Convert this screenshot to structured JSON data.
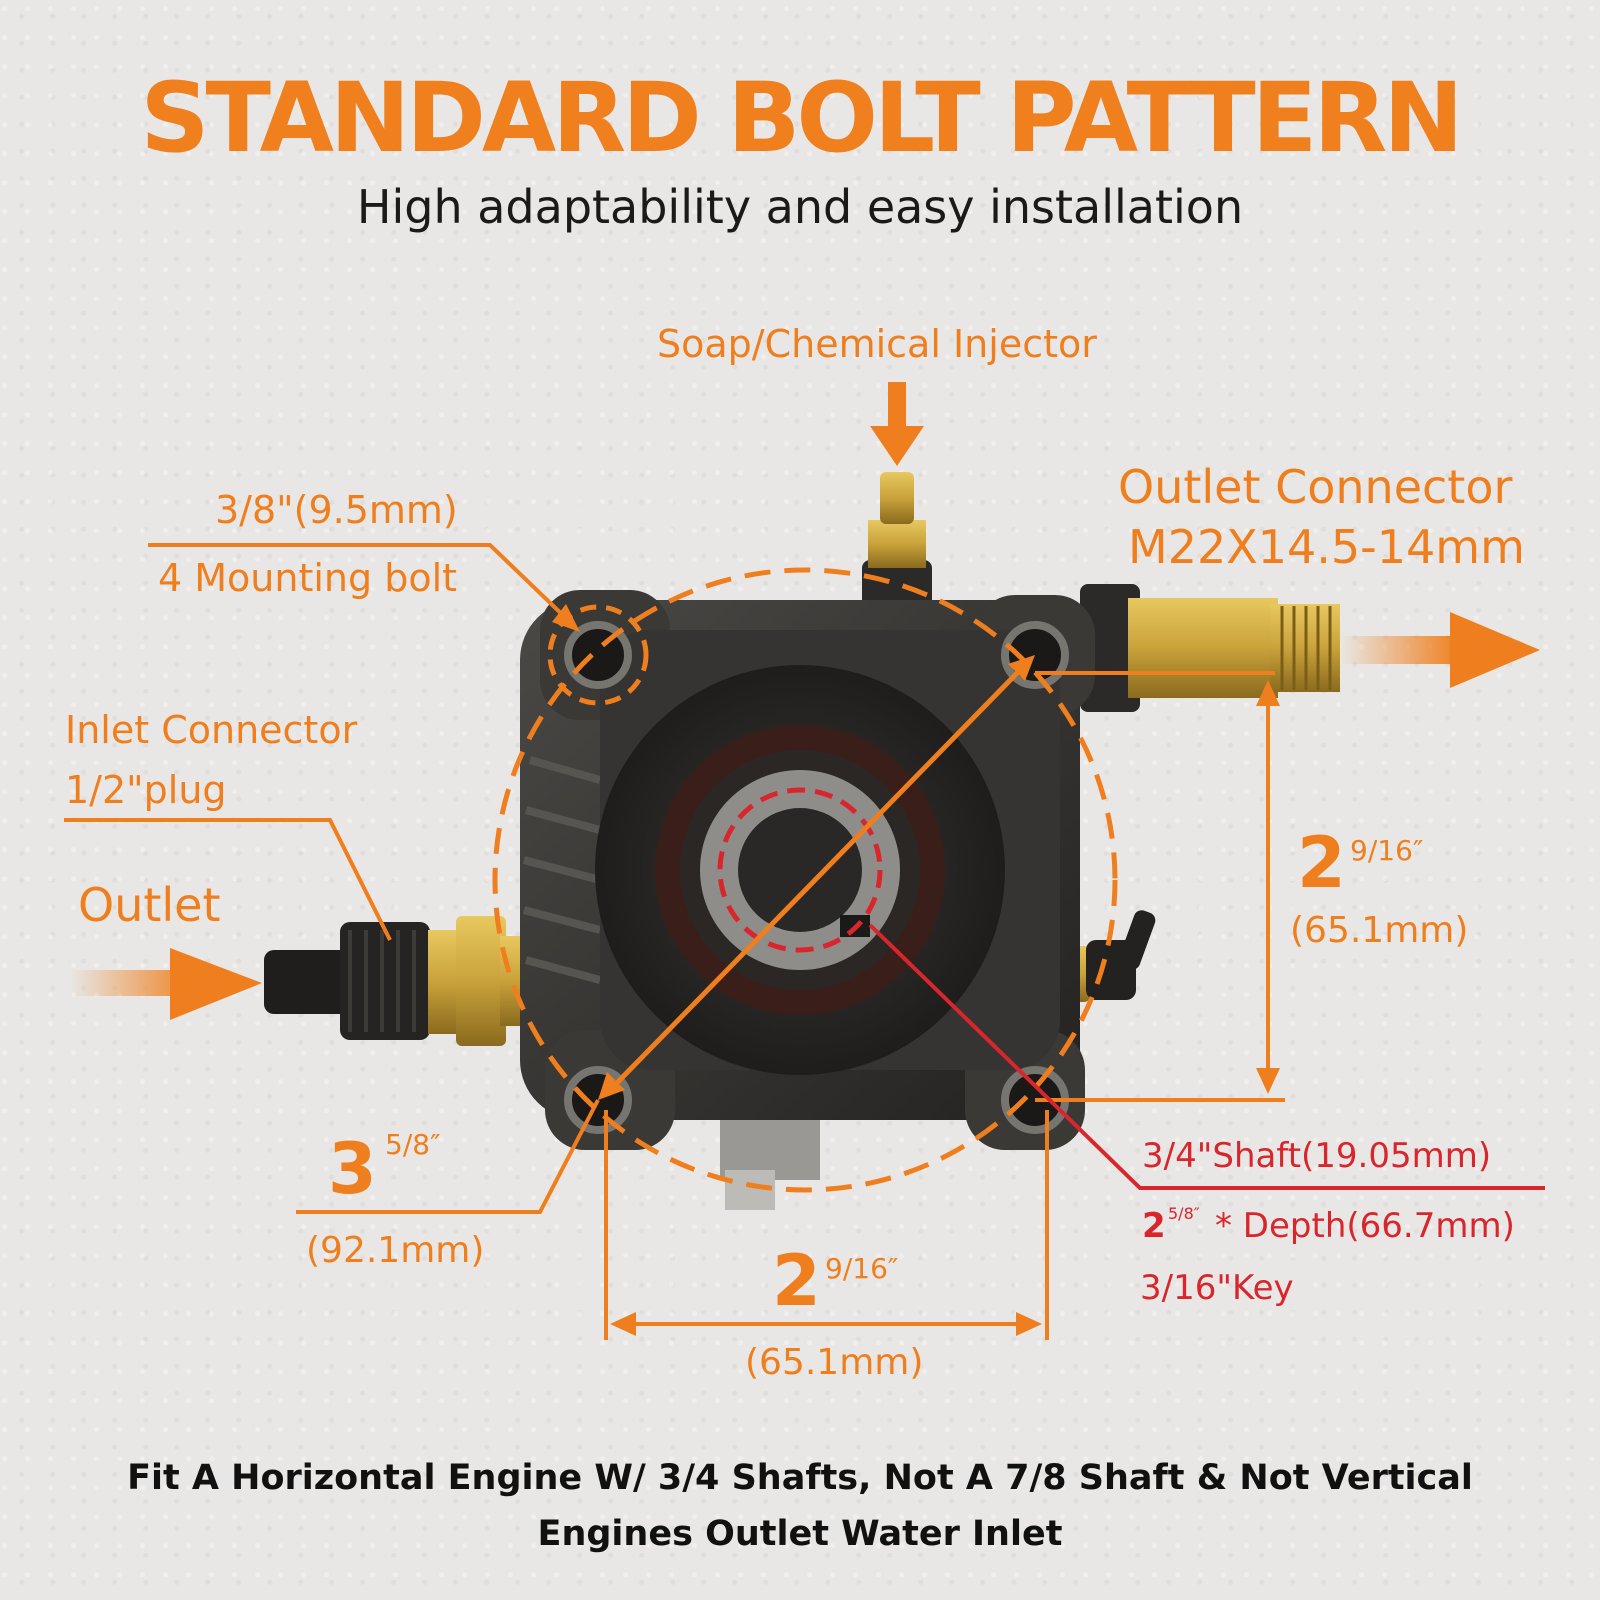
{
  "title": "STANDARD BOLT PATTERN",
  "subtitle": "High adaptability and easy installation",
  "labels": {
    "injector": "Soap/Chemical Injector",
    "outlet_connector_line1": "Outlet Connector",
    "outlet_connector_line2": "M22X14.5-14mm",
    "bolt_size": "3/8\"(9.5mm)",
    "bolt_count": "4 Mounting bolt",
    "inlet_line1": "Inlet Connector",
    "inlet_line2": "1/2\"plug",
    "outlet_left": "Outlet"
  },
  "dimensions": {
    "vertical": {
      "whole": "2",
      "fraction": "9/16″",
      "metric": "(65.1mm)"
    },
    "horizontal": {
      "whole": "2",
      "fraction": "9/16″",
      "metric": "(65.1mm)"
    },
    "diagonal": {
      "whole": "3",
      "fraction": "5/8″",
      "metric": "(92.1mm)"
    }
  },
  "shaft": {
    "diameter": "3/4\"Shaft(19.05mm)",
    "depth_whole": "2",
    "depth_fraction": "5/8″",
    "depth_rest": "* Depth(66.7mm)",
    "key": "3/16\"Key"
  },
  "footer": {
    "line1": "Fit A Horizontal Engine W/ 3/4 Shafts, Not A 7/8 Shaft & Not Vertical",
    "line2": "Engines Outlet Water Inlet"
  },
  "colors": {
    "accent": "#f07f1d",
    "shaft_red": "#d8262c",
    "pump_body": "#2f2e2c",
    "brass": "#c9a23a"
  }
}
